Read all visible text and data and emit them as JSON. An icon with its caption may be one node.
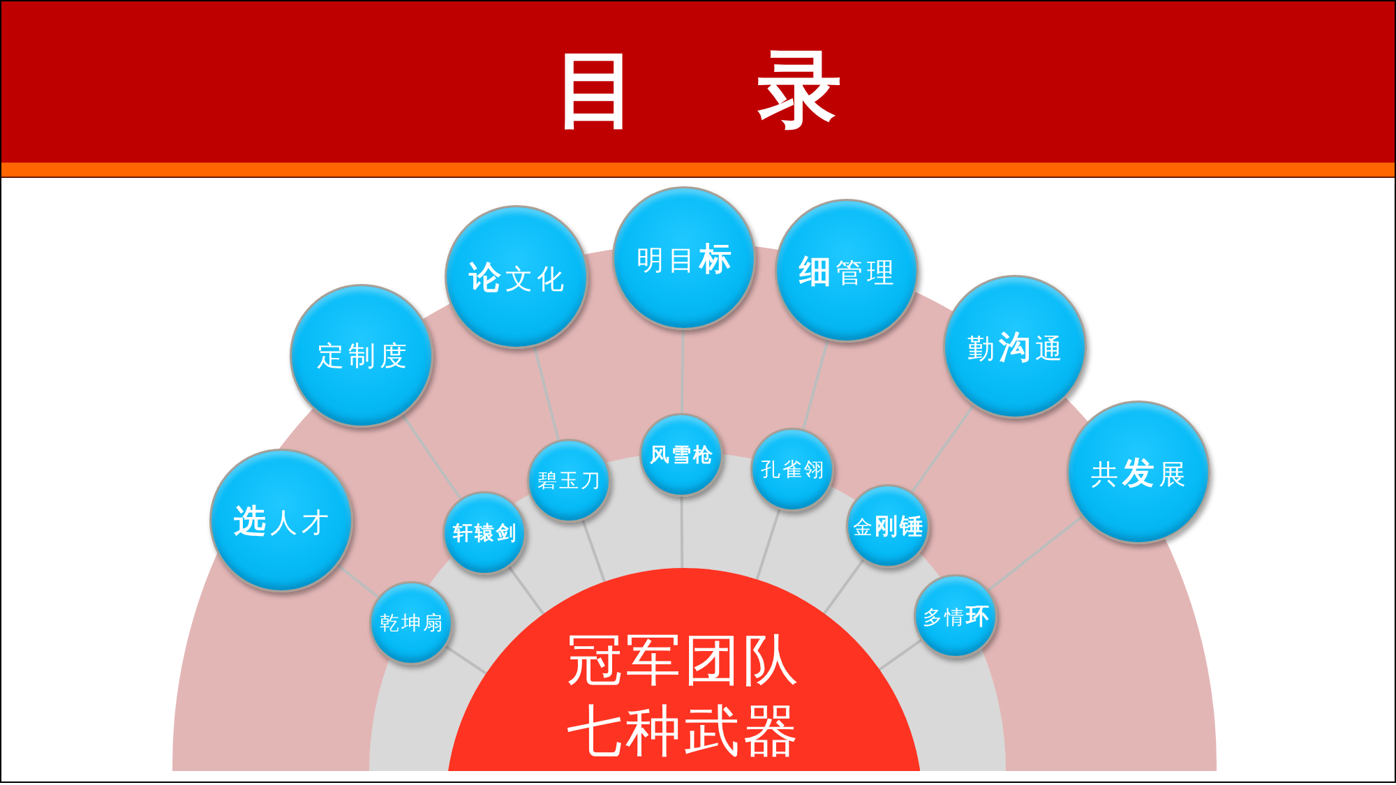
{
  "diagram": {
    "title": "目 录",
    "nodes": [
      {
        "text": [
          "**选**人才"
        ]
      },
      {
        "text": [
          "定制度"
        ]
      },
      {
        "text": [
          "**论**文化"
        ]
      },
      {
        "text": [
          "明目**标**"
        ]
      },
      {
        "text": [
          "**细**管理"
        ]
      },
      {
        "text": [
          "勤**沟**通"
        ]
      },
      {
        "text": [
          "共**发**展"
        ]
      },
      {
        "text": [
          "乾坤扇"
        ]
      },
      {
        "text": [
          "轩辕剑"
        ]
      },
      {
        "text": [
          "碧玉刀"
        ]
      },
      {
        "text": [
          "风雪枪"
        ]
      },
      {
        "text": [
          "孔雀翎"
        ]
      },
      {
        "text": [
          "金**刚锤**"
        ]
      },
      {
        "text": [
          "多情**环**"
        ]
      },
      {
        "text": [
          "冠军团队",
          "七种武器"
        ]
      }
    ],
    "edges": [
      {
        "from": 0,
        "to": 7,
        "arrow": "none"
      },
      {
        "from": 1,
        "to": 8,
        "arrow": "none"
      },
      {
        "from": 2,
        "to": 9,
        "arrow": "none"
      },
      {
        "from": 3,
        "to": 10,
        "arrow": "none"
      },
      {
        "from": 4,
        "to": 11,
        "arrow": "none"
      },
      {
        "from": 5,
        "to": 12,
        "arrow": "none"
      },
      {
        "from": 6,
        "to": 13,
        "arrow": "none"
      },
      {
        "from": 7,
        "to": 14,
        "arrow": "none"
      },
      {
        "from": 8,
        "to": 14,
        "arrow": "none"
      },
      {
        "from": 9,
        "to": 14,
        "arrow": "none"
      },
      {
        "from": 10,
        "to": 14,
        "arrow": "none"
      },
      {
        "from": 11,
        "to": 14,
        "arrow": "none"
      },
      {
        "from": 12,
        "to": 14,
        "arrow": "none"
      },
      {
        "from": 13,
        "to": 14,
        "arrow": "none"
      }
    ]
  }
}
